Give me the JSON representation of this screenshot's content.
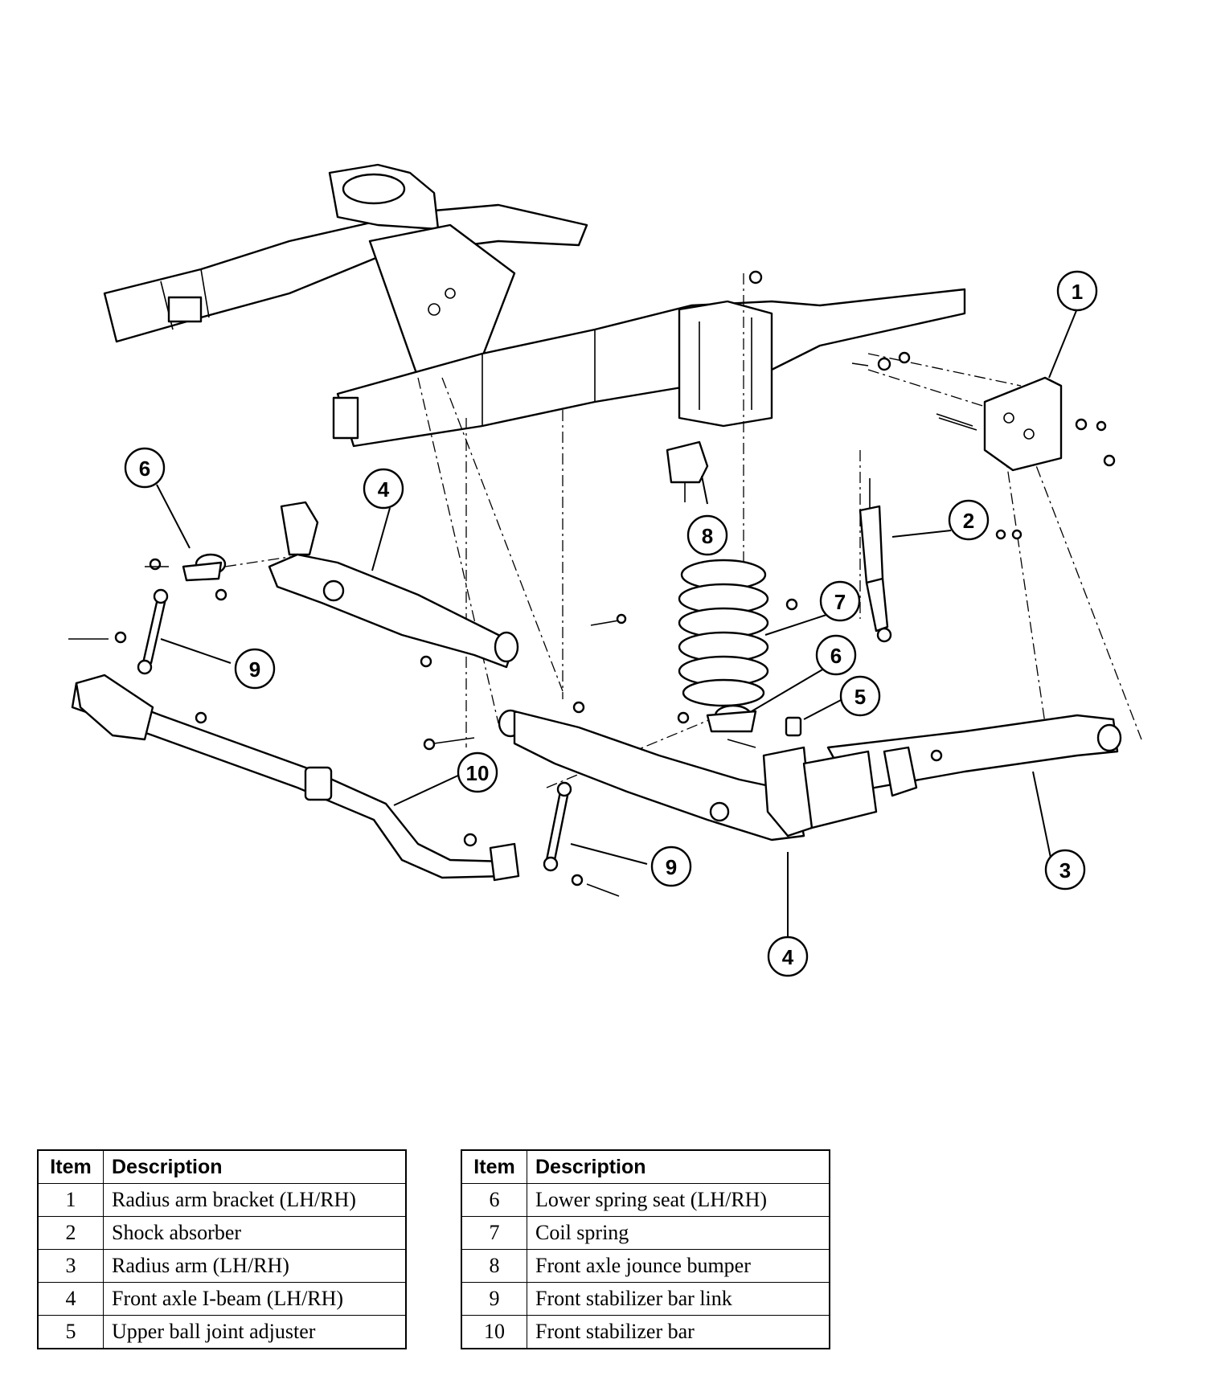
{
  "callouts": [
    {
      "id": "c1",
      "label": "1"
    },
    {
      "id": "c2",
      "label": "2"
    },
    {
      "id": "c3",
      "label": "3"
    },
    {
      "id": "c4a",
      "label": "4"
    },
    {
      "id": "c4b",
      "label": "4"
    },
    {
      "id": "c5",
      "label": "5"
    },
    {
      "id": "c6a",
      "label": "6"
    },
    {
      "id": "c6b",
      "label": "6"
    },
    {
      "id": "c7",
      "label": "7"
    },
    {
      "id": "c8",
      "label": "8"
    },
    {
      "id": "c9a",
      "label": "9"
    },
    {
      "id": "c9b",
      "label": "9"
    },
    {
      "id": "c10",
      "label": "10"
    }
  ],
  "legend": {
    "headers": {
      "item": "Item",
      "description": "Description"
    },
    "left": [
      {
        "item": "1",
        "description": "Radius arm bracket (LH/RH)"
      },
      {
        "item": "2",
        "description": "Shock absorber"
      },
      {
        "item": "3",
        "description": "Radius arm (LH/RH)"
      },
      {
        "item": "4",
        "description": "Front axle I-beam (LH/RH)"
      },
      {
        "item": "5",
        "description": "Upper ball joint adjuster"
      }
    ],
    "right": [
      {
        "item": "6",
        "description": "Lower spring seat (LH/RH)"
      },
      {
        "item": "7",
        "description": "Coil spring"
      },
      {
        "item": "8",
        "description": "Front axle jounce bumper"
      },
      {
        "item": "9",
        "description": "Front stabilizer bar link"
      },
      {
        "item": "10",
        "description": "Front stabilizer bar"
      }
    ]
  }
}
